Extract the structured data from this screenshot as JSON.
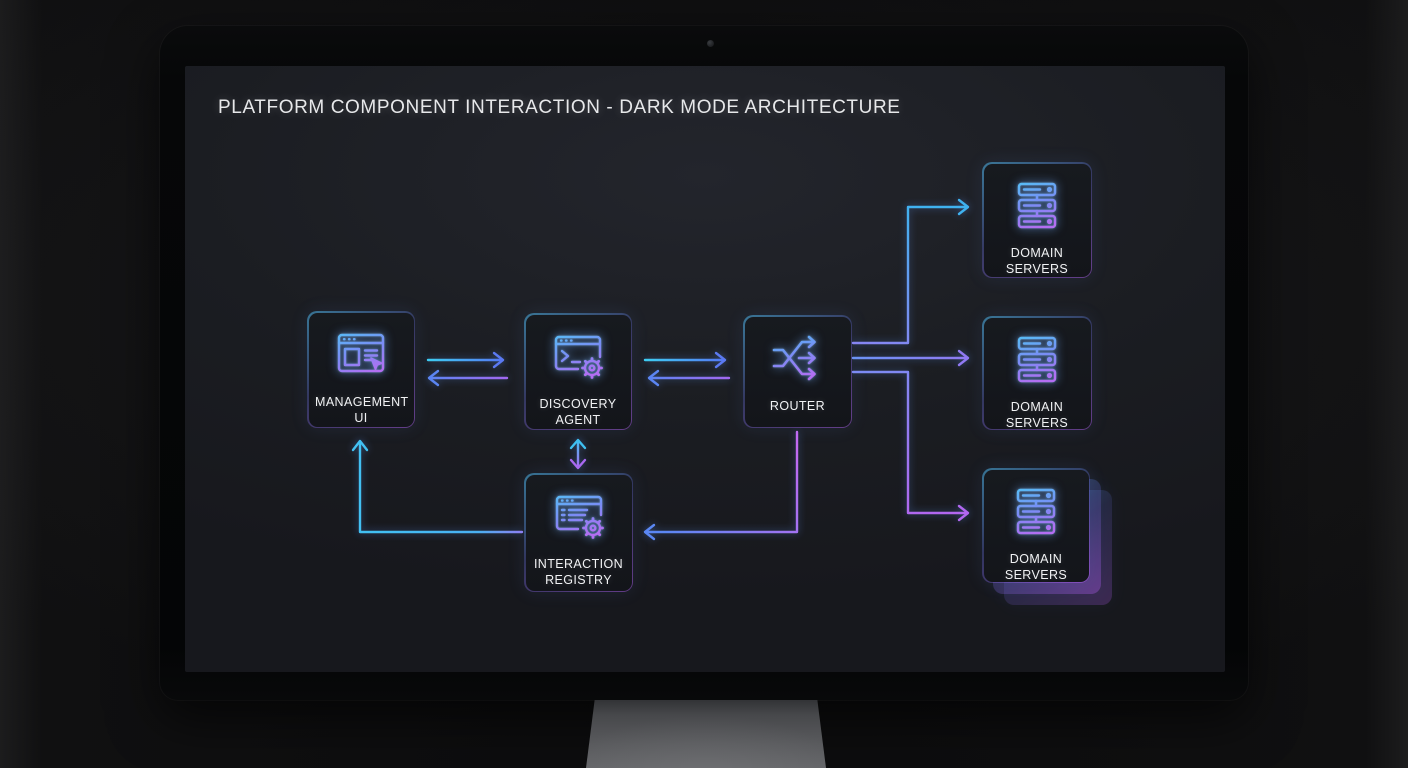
{
  "window": {
    "title": "PLATFORM COMPONENT INTERACTION - DARK MODE ARCHITECTURE"
  },
  "monitor": {
    "camera": "webcam-dot"
  },
  "diagram": {
    "nodes": [
      {
        "id": "management-ui",
        "label": "MANAGEMENT UI",
        "icon": "browser-window-cursor-icon"
      },
      {
        "id": "discovery-agent",
        "label": "DISCOVERY AGENT",
        "icon": "terminal-gear-icon"
      },
      {
        "id": "router",
        "label": "ROUTER",
        "icon": "shuffle-arrows-icon"
      },
      {
        "id": "interaction-registry",
        "label": "INTERACTION REGISTRY",
        "icon": "list-window-gear-icon"
      },
      {
        "id": "domain-servers-top",
        "label": "DOMAIN SERVERS",
        "icon": "server-stack-icon"
      },
      {
        "id": "domain-servers-middle",
        "label": "DOMAIN SERVERS",
        "icon": "server-stack-icon"
      },
      {
        "id": "domain-servers-bottom",
        "label": "DOMAIN SERVERS",
        "icon": "server-stack-icon",
        "stacked": true
      }
    ],
    "edges": [
      {
        "from": "management-ui",
        "to": "discovery-agent",
        "type": "arrow"
      },
      {
        "from": "discovery-agent",
        "to": "management-ui",
        "type": "arrow"
      },
      {
        "from": "discovery-agent",
        "to": "router",
        "type": "arrow"
      },
      {
        "from": "router",
        "to": "discovery-agent",
        "type": "arrow"
      },
      {
        "from": "router",
        "to": "domain-servers-top",
        "type": "arrow"
      },
      {
        "from": "router",
        "to": "domain-servers-middle",
        "type": "arrow"
      },
      {
        "from": "router",
        "to": "domain-servers-bottom",
        "type": "arrow"
      },
      {
        "from": "router",
        "to": "interaction-registry",
        "type": "arrow"
      },
      {
        "from": "discovery-agent",
        "to": "interaction-registry",
        "type": "double-arrow"
      },
      {
        "from": "interaction-registry",
        "to": "management-ui",
        "type": "arrow"
      }
    ],
    "colors": {
      "neon_cyan": "#3ec9f5",
      "neon_blue": "#5b7cf5",
      "neon_purple": "#b169f0",
      "node_background": "#14161b",
      "screen_background": "#1b1d22"
    }
  }
}
